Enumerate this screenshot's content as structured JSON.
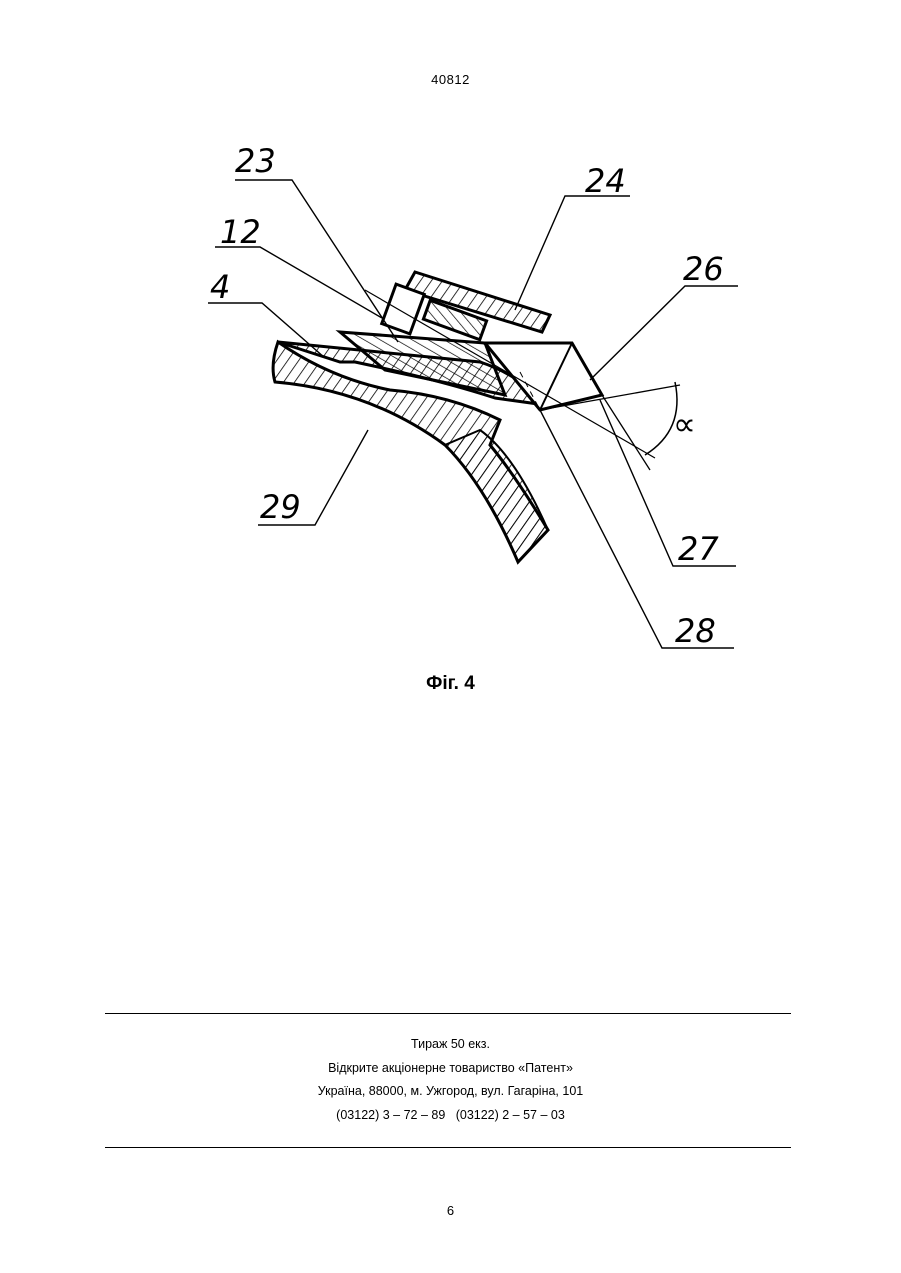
{
  "header": {
    "patent_number": "40812"
  },
  "figure": {
    "caption": "Фіг. 4",
    "callouts": {
      "c23": "23",
      "c24": "24",
      "c12": "12",
      "c26": "26",
      "c4": "4",
      "c29": "29",
      "c27": "27",
      "c28": "28"
    },
    "angle_symbol": "∝"
  },
  "imprint": {
    "circulation": "Тираж 50 екз.",
    "publisher": "Відкрите акціонерне товариство «Патент»",
    "address": "Україна, 88000, м. Ужгород, вул. Гагаріна, 101",
    "phones": "(03122) 3 – 72 – 89   (03122) 2 – 57 – 03"
  },
  "footer": {
    "page_number": "6"
  }
}
